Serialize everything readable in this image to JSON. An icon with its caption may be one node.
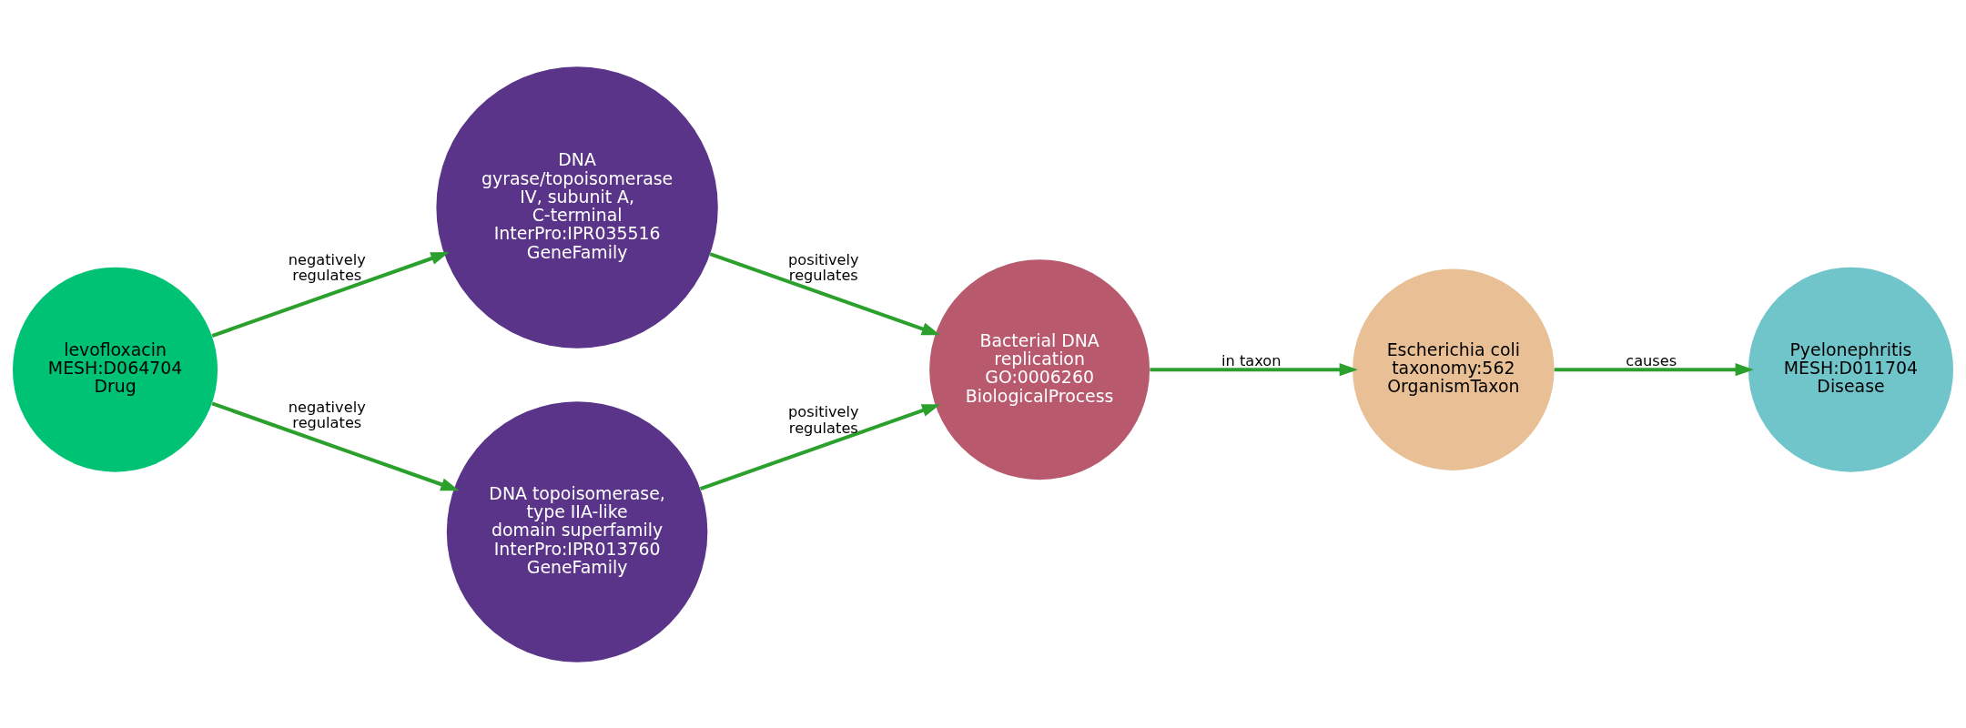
{
  "diagram": {
    "nodes": [
      {
        "text": [
          "levofloxacin",
          "MESH:D064704",
          "Drug"
        ]
      },
      {
        "text": [
          "DNA gyrase/topoisomerase IV, subunit A, C-terminal",
          "InterPro:IPR035516",
          "GeneFamily"
        ]
      },
      {
        "text": [
          "DNA topoisomerase, type IIA-like domain superfamily",
          "InterPro:IPR013760",
          "GeneFamily"
        ]
      },
      {
        "text": [
          "Bacterial DNA replication",
          "GO:0006260",
          "BiologicalProcess"
        ]
      },
      {
        "text": [
          "Escherichia coli",
          "taxonomy:562",
          "OrganismTaxon"
        ]
      },
      {
        "text": [
          "Pyelonephritis",
          "MESH:D011704",
          "Disease"
        ]
      }
    ],
    "edges": [
      {
        "from": 0,
        "to": 1,
        "arrow": "to",
        "label": "negatively regulates"
      },
      {
        "from": 0,
        "to": 2,
        "arrow": "to",
        "label": "negatively regulates"
      },
      {
        "from": 1,
        "to": 3,
        "arrow": "to",
        "label": "positively regulates"
      },
      {
        "from": 2,
        "to": 3,
        "arrow": "to",
        "label": "positively regulates"
      },
      {
        "from": 3,
        "to": 4,
        "arrow": "to",
        "label": "in taxon"
      },
      {
        "from": 4,
        "to": 5,
        "arrow": "to",
        "label": "causes"
      }
    ]
  }
}
